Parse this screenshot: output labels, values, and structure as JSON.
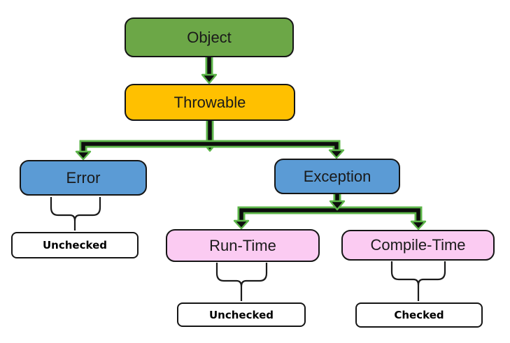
{
  "diagram": {
    "nodes": {
      "object": {
        "label": "Object",
        "fill": "#6CA747"
      },
      "throwable": {
        "label": "Throwable",
        "fill": "#FFC000"
      },
      "error": {
        "label": "Error",
        "fill": "#5B9BD5"
      },
      "exception": {
        "label": "Exception",
        "fill": "#5B9BD5"
      },
      "runtime": {
        "label": "Run-Time",
        "fill": "#FBCBF2"
      },
      "compiletime": {
        "label": "Compile-Time",
        "fill": "#FBCBF2"
      },
      "error_type": {
        "label": "Unchecked",
        "fill": "#FFFFFF"
      },
      "runtime_type": {
        "label": "Unchecked",
        "fill": "#FFFFFF"
      },
      "compiletime_type": {
        "label": "Checked",
        "fill": "#FFFFFF"
      }
    },
    "colors": {
      "connector-green": "#5CB549",
      "connector-black": "#0d0d0d",
      "brace": "#1a1a1a",
      "node-border": "#151515",
      "background": "#FFFFFF"
    }
  }
}
